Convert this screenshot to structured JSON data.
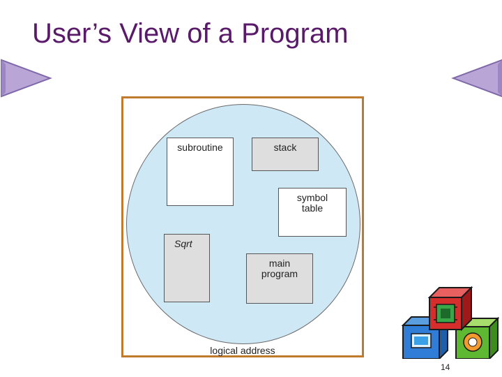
{
  "slide": {
    "title": "User’s View of a Program",
    "page_number": "14"
  },
  "diagram": {
    "caption": "logical address",
    "segments": {
      "subroutine": "subroutine",
      "stack": "stack",
      "symbol_table_line1": "symbol",
      "symbol_table_line2": "table",
      "sqrt": "Sqrt",
      "main_program_line1": "main",
      "main_program_line2": "program"
    }
  },
  "colors": {
    "title": "#5a1a6a",
    "frame_border": "#c07a2c",
    "address_space_fill": "#cfe8f6",
    "nav_arrow_fill": "#b9a6d6",
    "segment_gray": "#dedede"
  },
  "icons": {
    "prev": "previous-slide-arrow-icon",
    "next": "next-slide-arrow-icon",
    "clipart": "toy-blocks-clipart"
  }
}
